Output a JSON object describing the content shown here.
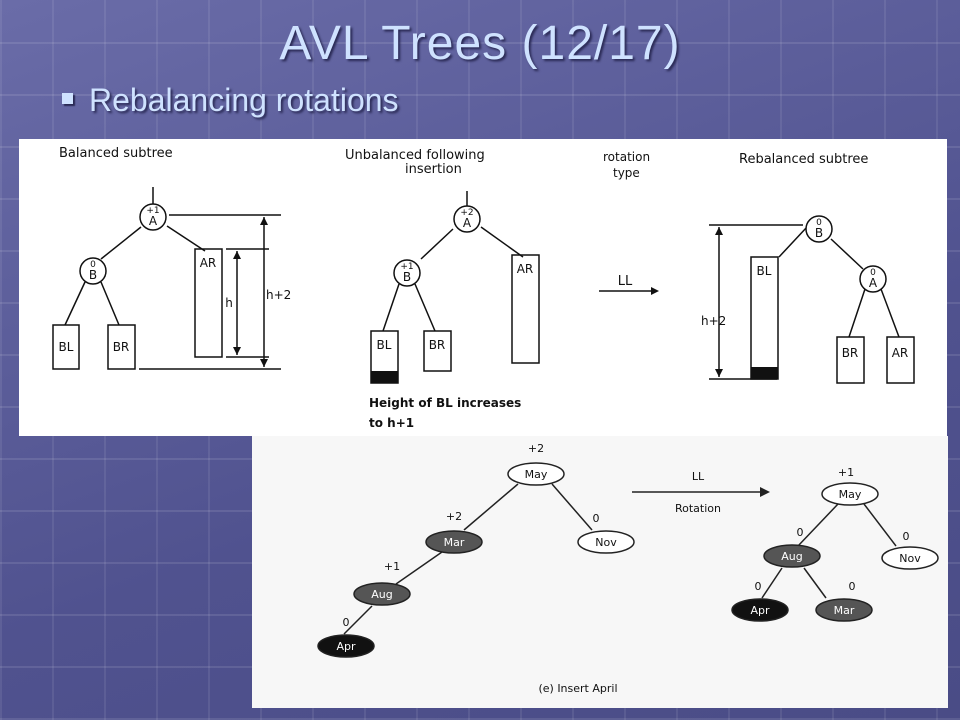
{
  "slide": {
    "title": "AVL Trees (12/17)",
    "bullet": "Rebalancing rotations"
  },
  "top_diagram": {
    "balanced": {
      "heading": "Balanced   subtree",
      "root_balance": "+1",
      "root_name": "A",
      "child_balance": "0",
      "child_name": "B",
      "left_leaf": "BL",
      "right_leaf": "BR",
      "right_subtree": "AR",
      "height_label": "h",
      "height2_label": "h+2"
    },
    "unbalanced": {
      "heading_line1": "Unbalanced   following",
      "heading_line2": "insertion",
      "root_balance": "+2",
      "root_name": "A",
      "child_balance": "+1",
      "child_name": "B",
      "left_leaf": "BL",
      "right_leaf": "BR",
      "right_subtree": "AR",
      "note_line1": "Height of BL increases",
      "note_line2": "to h+1"
    },
    "rotation": {
      "heading_line1": "rotation",
      "heading_line2": "type",
      "type": "LL"
    },
    "rebalanced": {
      "heading": "Rebalanced   subtree",
      "root_balance": "0",
      "root_name": "B",
      "child_balance": "0",
      "child_name": "A",
      "left_subtree": "BL",
      "leaf_left": "BR",
      "leaf_right": "AR",
      "height_label": "h+2"
    }
  },
  "bottom_diagram": {
    "before": [
      {
        "name": "May",
        "balance": "+2"
      },
      {
        "name": "Mar",
        "balance": "+2"
      },
      {
        "name": "Nov",
        "balance": "0"
      },
      {
        "name": "Aug",
        "balance": "+1"
      },
      {
        "name": "Apr",
        "balance": "0"
      }
    ],
    "rotation_line1": "LL",
    "rotation_line2": "Rotation",
    "after": [
      {
        "name": "May",
        "balance": "+1"
      },
      {
        "name": "Aug",
        "balance": "0"
      },
      {
        "name": "Nov",
        "balance": "0"
      },
      {
        "name": "Apr",
        "balance": "0"
      },
      {
        "name": "Mar",
        "balance": "0"
      }
    ],
    "caption": "(e) Insert April"
  }
}
